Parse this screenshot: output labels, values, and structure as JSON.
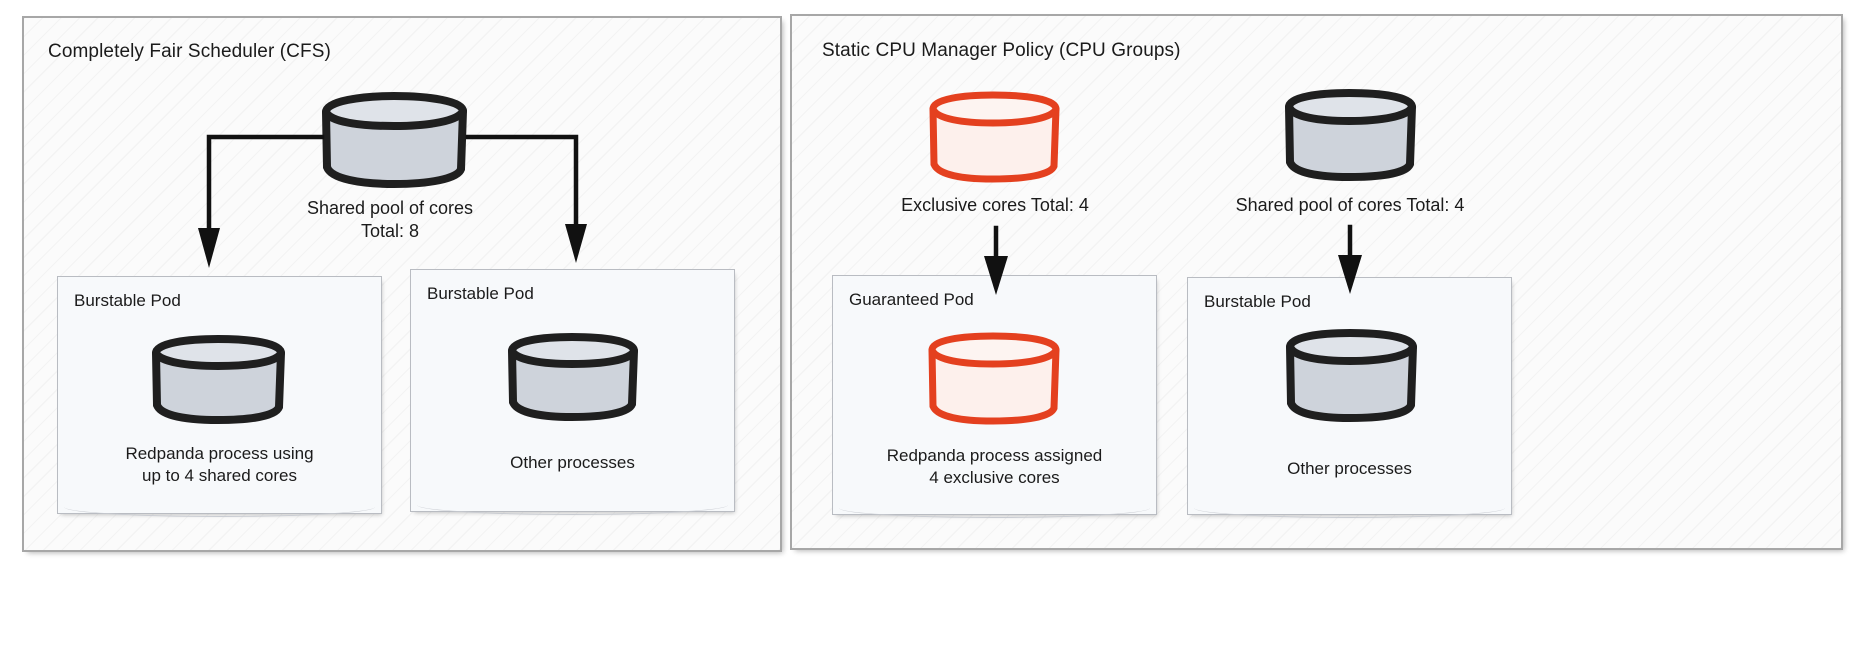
{
  "diagram": {
    "title_left": "Completely Fair Scheduler (CFS)",
    "title_right": "Static CPU Manager Policy (CPU Groups)",
    "colors": {
      "accent_red": "#e4401f",
      "cylinder_gray_fill": "#ced3db",
      "cylinder_red_fill": "#fdf0ec",
      "stroke_dark": "#1f1f1f",
      "panel_border": "#a7a7a7",
      "pod_border": "#b9bcc2",
      "pod_background": "#f7f9fb"
    }
  },
  "panels": [
    {
      "id": "cfs",
      "title": "Completely Fair Scheduler (CFS)",
      "source": {
        "icon": "database-cylinder-icon",
        "color": "gray",
        "label_line1": "Shared pool of cores",
        "label_line2": "Total: 8",
        "label": "Shared pool of cores\nTotal: 8"
      },
      "pods": [
        {
          "title": "Burstable Pod",
          "icon": "database-cylinder-icon",
          "icon_color": "gray",
          "caption_line1": "Redpanda process using",
          "caption_line2": "up to 4 shared cores",
          "caption": "Redpanda process using\nup to 4 shared cores"
        },
        {
          "title": "Burstable Pod",
          "icon": "database-cylinder-icon",
          "icon_color": "gray",
          "caption_line1": "Other processes",
          "caption_line2": "",
          "caption": "Other processes"
        }
      ]
    },
    {
      "id": "static",
      "title": "Static CPU Manager Policy (CPU Groups)",
      "sources": [
        {
          "icon": "database-cylinder-icon",
          "color": "red",
          "label": "Exclusive cores Total: 4"
        },
        {
          "icon": "database-cylinder-icon",
          "color": "gray",
          "label": "Shared pool of cores Total: 4"
        }
      ],
      "pods": [
        {
          "title": "Guaranteed Pod",
          "icon": "database-cylinder-icon",
          "icon_color": "red",
          "caption_line1": "Redpanda process assigned",
          "caption_line2": "4 exclusive cores",
          "caption": "Redpanda process assigned\n4 exclusive cores"
        },
        {
          "title": "Burstable Pod",
          "icon": "database-cylinder-icon",
          "icon_color": "gray",
          "caption_line1": "Other processes",
          "caption_line2": "",
          "caption": "Other processes"
        }
      ]
    }
  ]
}
